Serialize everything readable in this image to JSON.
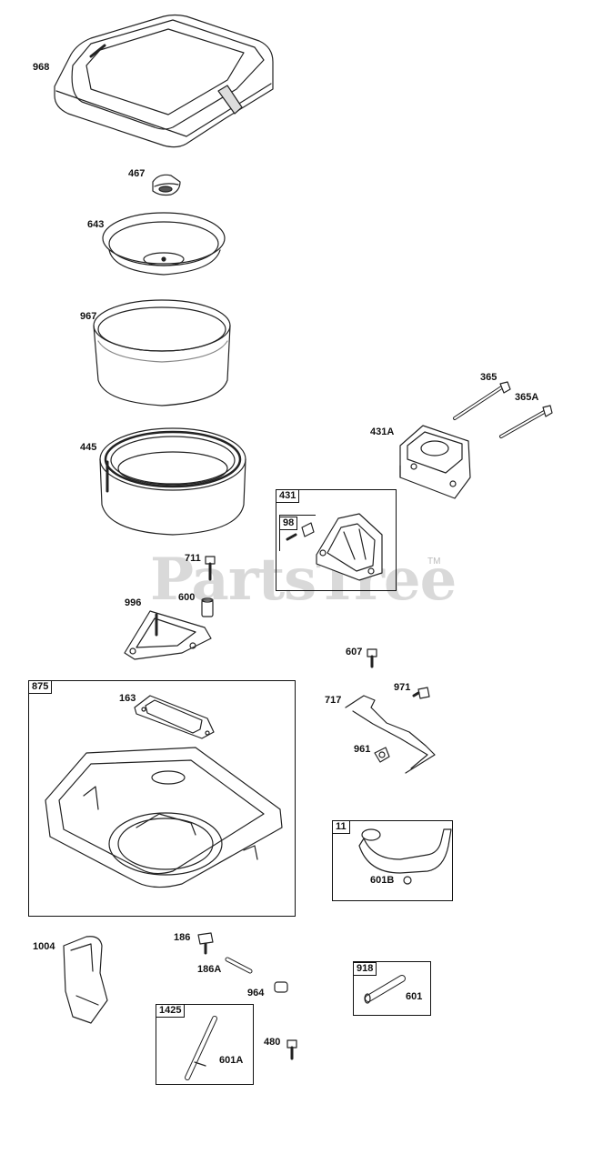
{
  "watermark": {
    "brand": "PartsTree",
    "trademark": "TM"
  },
  "parts": {
    "p968": "968",
    "p467": "467",
    "p643": "643",
    "p967": "967",
    "p445": "445",
    "p365": "365",
    "p365a": "365A",
    "p431a": "431A",
    "p711": "711",
    "p600": "600",
    "p996": "996",
    "p607": "607",
    "p971": "971",
    "p717": "717",
    "p961": "961",
    "p163": "163",
    "p601b": "601B",
    "p186": "186",
    "p186a": "186A",
    "p964": "964",
    "p1004": "1004",
    "p480": "480",
    "p601a": "601A",
    "p601": "601"
  },
  "groups": {
    "g431": "431",
    "g98": "98",
    "g875": "875",
    "g11": "11",
    "g918": "918",
    "g1425": "1425"
  }
}
